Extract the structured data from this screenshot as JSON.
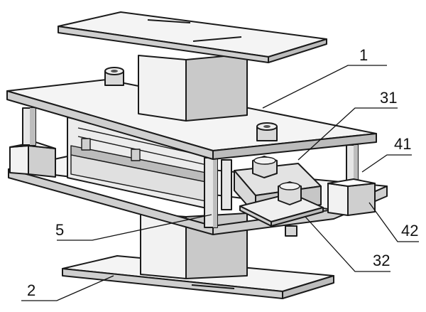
{
  "labels": {
    "l1": "1",
    "l2": "2",
    "l5": "5",
    "l31": "31",
    "l32": "32",
    "l41": "41",
    "l42": "42"
  },
  "colors": {
    "plate_top": "#f4f4f4",
    "plate_side": "#cfcfcf",
    "block_front": "#f2f2f2",
    "block_side": "#c9c9c9",
    "dark": "#2b2b2b",
    "mid": "#9a9a9a"
  }
}
